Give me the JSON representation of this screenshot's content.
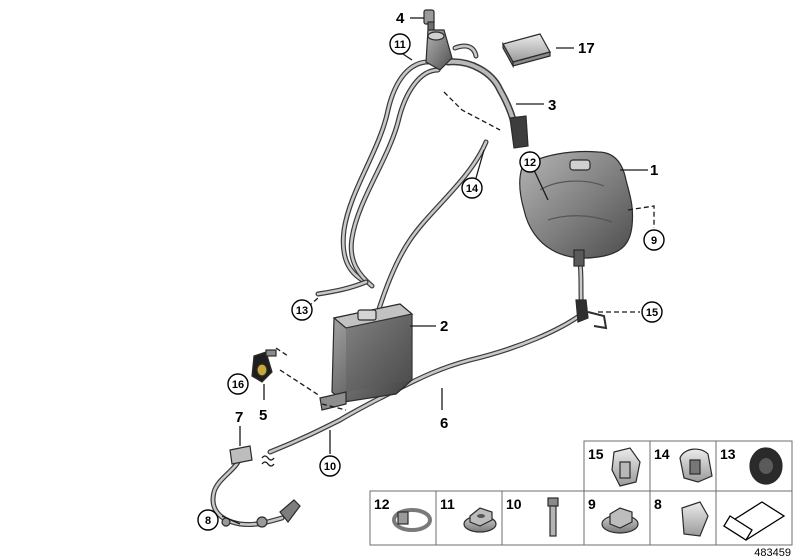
{
  "diagram_id": "483459",
  "callouts": {
    "c1": "1",
    "c2": "2",
    "c3": "3",
    "c4": "4",
    "c5": "5",
    "c6": "6",
    "c7": "7",
    "c8": "8",
    "c9": "9",
    "c10": "10",
    "c11": "11",
    "c12": "12",
    "c13": "13",
    "c14": "14",
    "c15": "15",
    "c16": "16",
    "c17": "17"
  },
  "table": {
    "row1": [
      "15",
      "14",
      "13"
    ],
    "row2": [
      "12",
      "11",
      "10",
      "9",
      "8"
    ]
  },
  "colors": {
    "line": "#1a1a1a",
    "part_fill": "#8a8a8a",
    "hose": "#3a3a3a",
    "table_border": "#6c6c6c"
  }
}
